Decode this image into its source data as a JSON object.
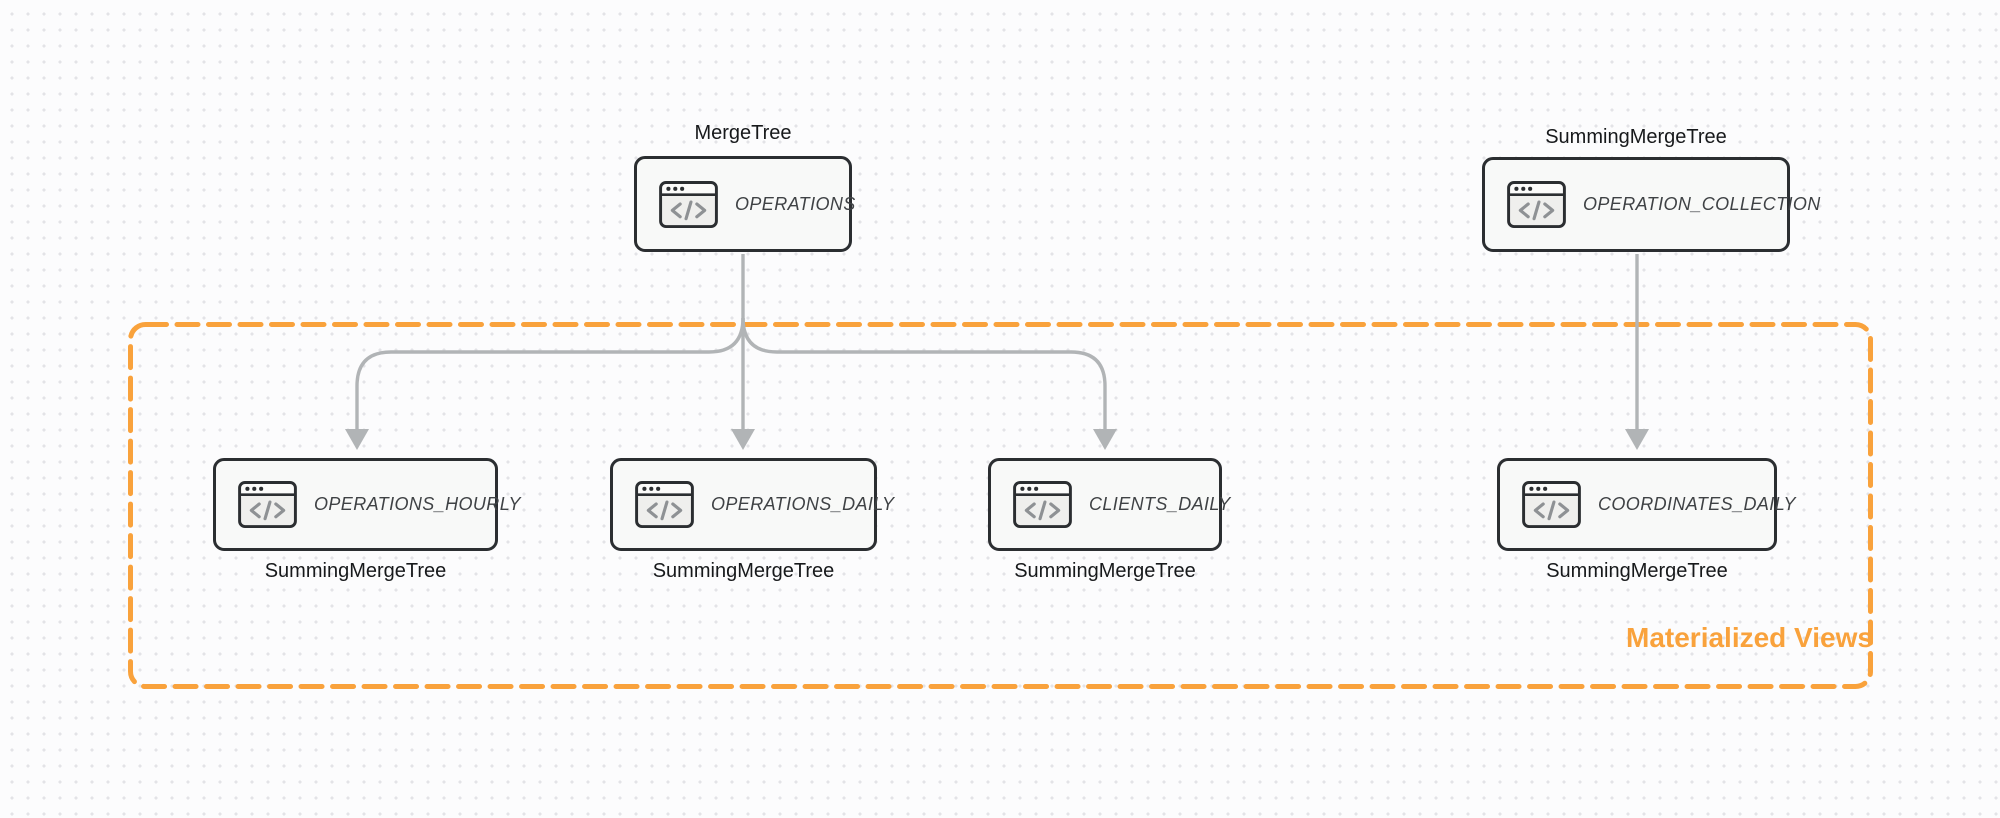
{
  "diagram": {
    "type": "database-table-flow",
    "nodes": [
      {
        "id": "operations",
        "name": "OPERATIONS",
        "engine": "MergeTree",
        "engine_label_position": "top",
        "icon": "code-window-icon"
      },
      {
        "id": "operation_collection",
        "name": "OPERATION_COLLECTION",
        "engine": "SummingMergeTree",
        "engine_label_position": "top",
        "icon": "code-window-icon"
      },
      {
        "id": "operations_hourly",
        "name": "OPERATIONS_HOURLY",
        "engine": "SummingMergeTree",
        "engine_label_position": "bottom",
        "icon": "code-window-icon"
      },
      {
        "id": "operations_daily",
        "name": "OPERATIONS_DAILY",
        "engine": "SummingMergeTree",
        "engine_label_position": "bottom",
        "icon": "code-window-icon"
      },
      {
        "id": "clients_daily",
        "name": "CLIENTS_DAILY",
        "engine": "SummingMergeTree",
        "engine_label_position": "bottom",
        "icon": "code-window-icon"
      },
      {
        "id": "coordinates_daily",
        "name": "COORDINATES_DAILY",
        "engine": "SummingMergeTree",
        "engine_label_position": "bottom",
        "icon": "code-window-icon"
      }
    ],
    "edges": [
      {
        "from": "operations",
        "to": "operations_hourly"
      },
      {
        "from": "operations",
        "to": "operations_daily"
      },
      {
        "from": "operations",
        "to": "clients_daily"
      },
      {
        "from": "operation_collection",
        "to": "coordinates_daily"
      }
    ],
    "group": {
      "label": "Materialized Views",
      "contains": [
        "operations_hourly",
        "operations_daily",
        "clients_daily",
        "coordinates_daily"
      ],
      "border_style": "dashed",
      "color": "#f9a23c"
    },
    "colors": {
      "background": "#fcfcfd",
      "dot_grid": "#e3e3e7",
      "node_border": "#2b2e31",
      "node_fill": "#f8f9f8",
      "node_name_text": "#3f4245",
      "engine_label_text": "#17191b",
      "arrow": "#b1b4b6",
      "group_accent": "#f9a23c"
    }
  }
}
